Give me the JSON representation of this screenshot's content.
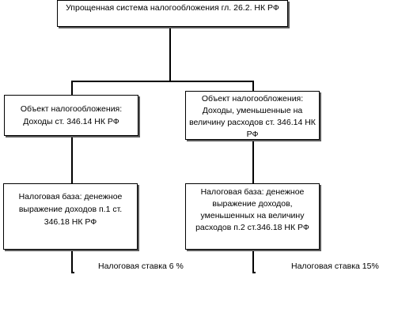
{
  "diagram": {
    "top": "Упрощенная система налогообложения гл. 26.2. НК РФ",
    "left_object": "Объект налогообложения: Доходы ст. 346.14 НК РФ",
    "right_object": "Объект налогообложения: Доходы, уменьшенные на величину расходов ст. 346.14 НК РФ",
    "left_base": "Налоговая база: денежное выражение доходов п.1 ст. 346.18 НК РФ",
    "right_base": "Налоговая база: денежное выражение доходов, уменьшенных на величину расходов п.2 ст.346.18 НК РФ",
    "left_rate": "Налоговая ставка 6 %",
    "right_rate": "Налоговая ставка 15%"
  }
}
